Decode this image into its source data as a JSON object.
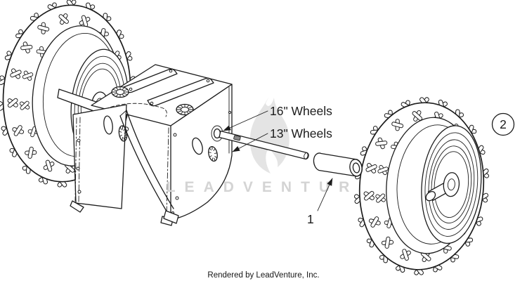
{
  "callouts": {
    "wheels_16": "16\" Wheels",
    "wheels_13": "13\" Wheels",
    "part_1": "1",
    "part_2": "2"
  },
  "watermark_text": "LEADVENTURE",
  "footer_text": "Rendered by LeadVenture, Inc.",
  "colors": {
    "line": "#1c1c1c",
    "watermark_gray": "#d4d4d4",
    "flame_gray": "#e4e4e4",
    "background": "#ffffff"
  }
}
